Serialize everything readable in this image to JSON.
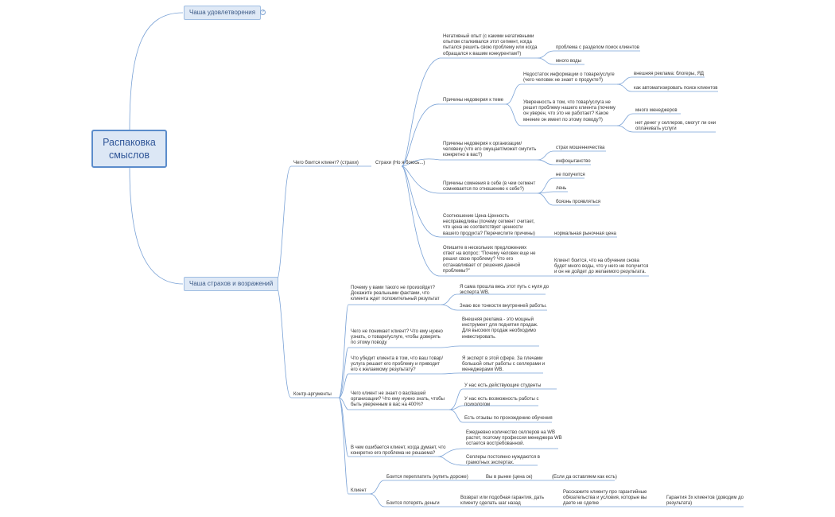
{
  "root": "Распаковка\nсмыслов",
  "mains": {
    "satisfaction": "Чаша удовлетворения",
    "fears": "Чаша страхов и возражений"
  },
  "fears": {
    "what_afraid": "Чего боится клиент? (страхи)",
    "fears_hub": "Страхи (Но я боюсь...)",
    "negative_exp": "Негативный опыт (с какими негативными\nопытом сталкивался этот сегмент, когда\nпытался решить свою проблему или когда\nобращался к вашим конкурентам?)",
    "neg_1": "проблема с разделом поиск клиентов",
    "neg_2": "много воды",
    "distrust_topic": "Причины недоверия к теме",
    "lack_info": "Недостаток информации о товаре/услуге\n(чего человек не знает о продукте?)",
    "lack_info_1": "внешняя реклама: блогеры, ЯД",
    "lack_info_2": "как автоматизировать поиск клиентов",
    "confidence": "Уверенность в том, что товар/услуга не\nрешит проблему нашего клиента (почему\nон уверен, что это не работает? Какое\nмнение он имеет по этому поводу?)",
    "confidence_1": "много менеджеров",
    "confidence_2": "нет денег у селлеров, смогут ли они\nоплачивать услуги",
    "distrust_org": "Причины недоверия к организации/\nчеловеку (что его смущает/может смутить\nконкретно в вас?)",
    "org_1": "страх мошенничества",
    "org_2": "инфоцыганство",
    "self_doubt": "Причины сомнения в себе (в чем сегмент\nсомневается по отношению к себе?)",
    "self_1": "не получится",
    "self_2": "лень",
    "self_3": "боязнь проявляться",
    "price_value": "Соотношение Цена-Ценность\nнесправедливы (почему сегмент считает,\nчто цена не соответствует ценности\nвашего продукта? Перечислите причины)",
    "price_1": "нормальная рыночная цена",
    "summary": "Опишите в нескольких предложениях\nответ на вопрос: \"Почему человек еще не\nрешил свою проблему? Что его\nостанавливает от решения данной\nпроблемы?\"",
    "summary_1": "Клиент боится, что на обучении снова\nбудет много воды, что у него не получится\nи он не дойдет до желаемого результата."
  },
  "counter": {
    "hub": "Контр-аргументы",
    "q1": "Почему у вами такого не произойдет?\nДокажите реальными фактами, что\nклиента ждет положительный результат",
    "q1_a1": "Я сама прошла весь этот путь с нуля до\nэксперта WB.",
    "q1_a2": "Знаю все тонкости внутренней работы.",
    "q2": "Чего не понимает клиент? Что ему нужно\nузнать, о товаре/услуге, чтобы доверять\nпо этому поводу",
    "q2_a1": "Внешняя реклама - это мощный\nинструмент для поднятия продаж.\nДля высоких продаж необходимо\nинвестировать.",
    "q3": "Что убедит клиента в том, что ваш товар/\nуслуга решает его проблему и приводит\nего к желаемому результату?",
    "q3_a1": "Я эксперт в этой сфере. За плечами\nбольшой опыт работы с селлерами и\nменеджерами WB.",
    "q4": "Чего клиент не знает о вас/вашей\nорганизации? Что ему нужно знать, чтобы\nбыть уверенным в вас на 400%?",
    "q4_a1": "У нас есть действующие студенты",
    "q4_a2": "У нас есть возможность работы с\nпсихологом",
    "q4_a3": "Есть отзывы по прохождению обучения",
    "q5": "В чем ошибается клиент, когда думает, что\nконкретно его проблема не решаема?",
    "q5_a1": "Ежедневно количество селлеров на WB\nрастет, поэтому профессия менеджера WB\nостается востребованной.",
    "q5_a2": "Селлеры постоянно нуждаются в\nграмотных экспертах.",
    "client": "Клиент",
    "c1": "Боится переплатить (купить дороже)",
    "c1_a": "Вы в рынке (цена ок)",
    "c1_b": "(Если да оставляем как есть)",
    "c2": "Боится потерять деньги",
    "c2_a": "Возврат или подобная гарантия, дать\nклиенту сделать шаг назад",
    "c2_b": "Расскажите клиенту про гарантийные\nобязательства и условия, которые вы\nдаете не сделке",
    "c2_c": "Гарантия 3х клиентов (доводим до\nрезультата)"
  },
  "colors": {
    "line": "#6f9bd1",
    "root_border": "#5b8ccb",
    "root_fill": "#dce7f5",
    "text": "#333333"
  }
}
